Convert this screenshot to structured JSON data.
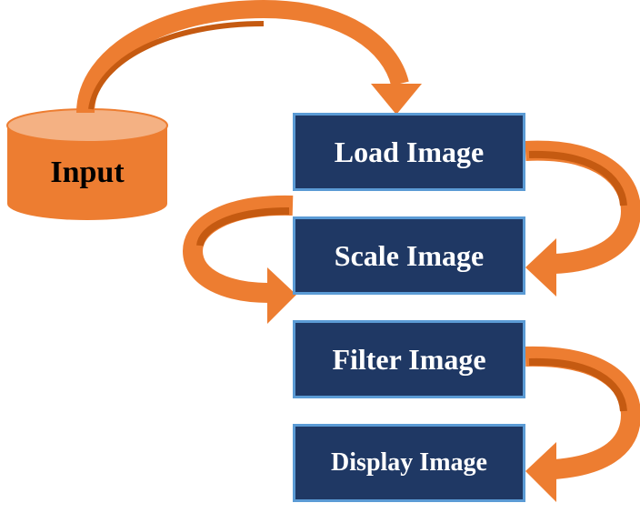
{
  "diagram": {
    "source": {
      "label": "Input",
      "shape": "cylinder",
      "color": "#ed7d31"
    },
    "steps": [
      {
        "label": "Load Image"
      },
      {
        "label": "Scale Image"
      },
      {
        "label": "Filter Image"
      },
      {
        "label": "Display Image"
      }
    ],
    "colors": {
      "step_fill": "#1f3864",
      "step_border": "#5b9bd5",
      "arrow": "#ed7d31",
      "arrow_dark": "#c55a11"
    }
  }
}
